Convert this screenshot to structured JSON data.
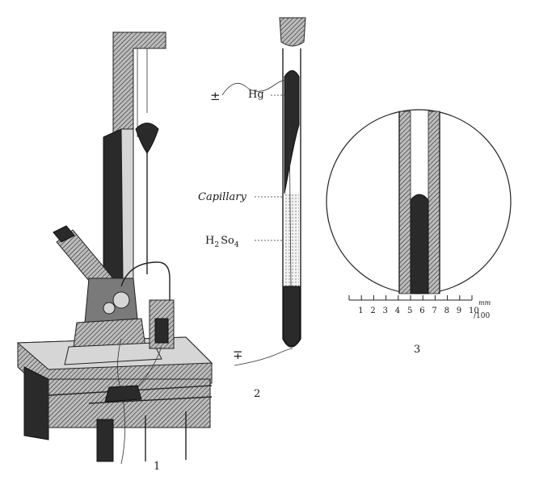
{
  "figure1": {
    "number": "1"
  },
  "figure2": {
    "number": "2",
    "top_sign": "±",
    "bottom_sign": "∓",
    "mercury_label": "Hg",
    "capillary_label": "Capillary",
    "acid_label_main": "H",
    "acid_label_sub1": "2",
    "acid_label_mid": "So",
    "acid_label_sub2": "4"
  },
  "figure3": {
    "number": "3",
    "scale_labels": [
      "1",
      "2",
      "3",
      "4",
      "5",
      "6",
      "7",
      "8",
      "9",
      "10"
    ],
    "scale_fraction": "/100",
    "scale_unit": "mm"
  }
}
